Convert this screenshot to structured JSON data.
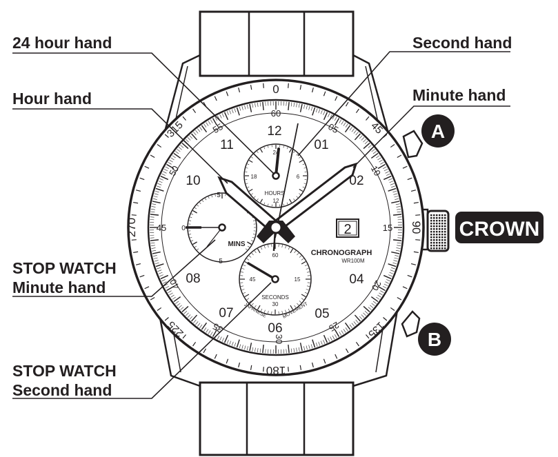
{
  "labels": {
    "hour24_hand": "24 hour hand",
    "hour_hand": "Hour hand",
    "second_hand": "Second hand",
    "minute_hand": "Minute hand",
    "stopwatch_minute_line1": "STOP WATCH",
    "stopwatch_minute_line2": "Minute hand",
    "stopwatch_second_line1": "STOP WATCH",
    "stopwatch_second_line2": "Second hand",
    "crown": "CROWN",
    "button_a": "A",
    "button_b": "B"
  },
  "bezel": {
    "n0": "0",
    "n45": "45",
    "n90": "90",
    "n135": "135",
    "n180": "180",
    "n225": "225",
    "n270": "270",
    "n315": "315"
  },
  "dial": {
    "h12": "12",
    "h01": "01",
    "h02": "02",
    "h04": "04",
    "h05": "05",
    "h06": "06",
    "h07": "07",
    "h08": "08",
    "h10": "10",
    "h11": "11",
    "m60": "60",
    "m05": "05",
    "m10": "10",
    "m15": "15",
    "m20": "20",
    "m25": "25",
    "m30": "30",
    "m35": "35",
    "m40": "40",
    "m45": "45",
    "m50": "50",
    "m55": "55",
    "date": "2",
    "brand": "CHRONOGRAPH",
    "wr": "WR100M",
    "japanese": "JAPANESE",
    "movement": "MOVEMENT"
  },
  "sub_hours": {
    "title": "HOURS",
    "t24": "24",
    "t6": "6",
    "t12": "12",
    "t18": "18"
  },
  "sub_mins": {
    "title": "MINS",
    "t0": "0",
    "t5a": "5",
    "t5b": "5"
  },
  "sub_seconds": {
    "title": "SECONDS",
    "t60": "60",
    "t15": "15",
    "t30": "30",
    "t45": "45"
  }
}
